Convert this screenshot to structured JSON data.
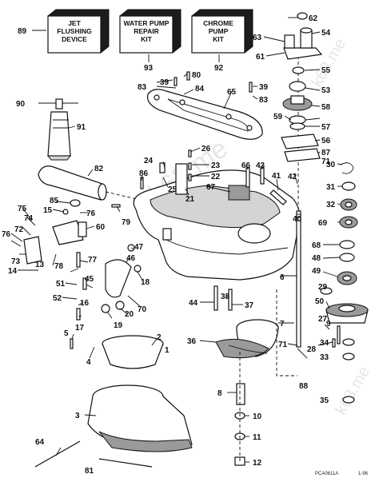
{
  "kits": [
    {
      "number": "89",
      "lines": [
        "JET",
        "FLUSHING",
        "DEVICE"
      ]
    },
    {
      "number": "93",
      "lines": [
        "WATER PUMP",
        "REPAIR",
        "KIT"
      ]
    },
    {
      "number": "92",
      "lines": [
        "CHROME",
        "PUMP",
        "KIT"
      ]
    }
  ],
  "watermark": "k63.me",
  "drawing_code": "PCA0611A",
  "drawing_date": "1-96",
  "callouts": [
    "1",
    "2",
    "3",
    "4",
    "5",
    "6",
    "7",
    "8",
    "9",
    "10",
    "11",
    "12",
    "13",
    "14",
    "15",
    "16",
    "17",
    "18",
    "19",
    "20",
    "21",
    "22",
    "23",
    "24",
    "25",
    "26",
    "27",
    "28",
    "29",
    "30",
    "31",
    "32",
    "33",
    "34",
    "35",
    "36",
    "37",
    "38",
    "39",
    "39",
    "40",
    "41",
    "42",
    "43",
    "44",
    "45",
    "46",
    "47",
    "48",
    "49",
    "50",
    "51",
    "52",
    "53",
    "54",
    "55",
    "56",
    "57",
    "58",
    "59",
    "60",
    "61",
    "62",
    "63",
    "64",
    "65",
    "66",
    "67",
    "68",
    "69",
    "70",
    "71",
    "71",
    "72",
    "73",
    "74",
    "75",
    "76",
    "76",
    "77",
    "78",
    "79",
    "80",
    "81",
    "82",
    "83",
    "83",
    "84",
    "85",
    "86",
    "87",
    "88",
    "90",
    "91"
  ]
}
